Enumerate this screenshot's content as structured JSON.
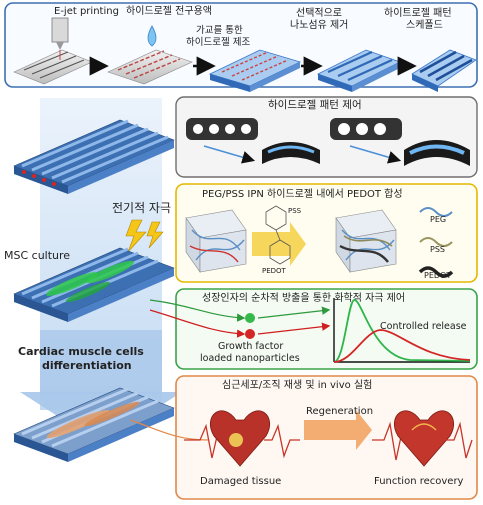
{
  "top_process": {
    "step1": "E-jet printing",
    "step2": "하이드로젤 전구용액",
    "step3_line1": "가교를 통한",
    "step3_line2": "하이드로젤 제조",
    "step4_line1": "선택적으로",
    "step4_line2": "나노섬유 제거",
    "step5_line1": "하이트로젤 패턴",
    "step5_line2": "스케폴드"
  },
  "left_column": {
    "stimulus": "전기적 자극",
    "msc": "MSC culture",
    "diff_line1": "Cardiac muscle cells",
    "diff_line2": "differentiation"
  },
  "panel1": {
    "title": "하이드로젤 패턴 제어"
  },
  "panel2": {
    "title": "PEG/PSS IPN 하이드로젤 내에서 PEDOT 합성",
    "pss": "PSS",
    "pedot": "PEDOT",
    "legend": [
      "PEG",
      "PSS",
      "PEDOT"
    ]
  },
  "panel3": {
    "title": "성장인자의 순차적 방출을 통한 화학적 자극 제어",
    "np_line1": "Growth factor",
    "np_line2": "loaded nanoparticles",
    "release": "Controlled release"
  },
  "panel4": {
    "title": "심근세포/조직 재생 및 in vivo 실험",
    "damaged": "Damaged tissue",
    "regen": "Regeneration",
    "recovery": "Function recovery"
  },
  "colors": {
    "panel1": "#6e6e6e",
    "panel2": "#e6b800",
    "panel3": "#3aa34a",
    "panel4": "#e0894a",
    "top": "#3d6fb3",
    "hydrogel": "#3b78c8"
  }
}
